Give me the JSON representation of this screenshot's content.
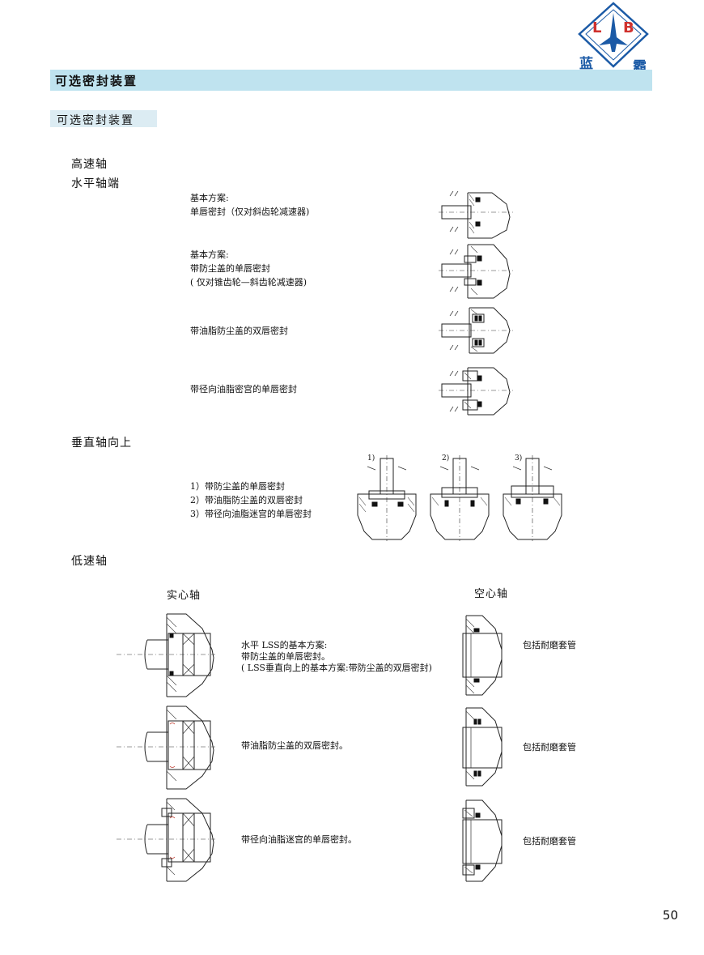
{
  "logo": {
    "letter_left": "L",
    "letter_right": "B",
    "cn_left": "蓝",
    "cn_right": "霸"
  },
  "header": {
    "title": "可选密封装置"
  },
  "section_title": "可选密封装置",
  "hss": {
    "heading": "高速轴",
    "sub_heading": "水平轴端",
    "items": [
      {
        "lines": [
          "基本方案:",
          "单唇密封（仅对斜齿轮减速器)"
        ]
      },
      {
        "lines": [
          "基本方案:",
          "带防尘盖的单唇密封",
          "( 仅对锥齿轮—斜齿轮减速器)"
        ]
      },
      {
        "lines": [
          "带油脂防尘盖的双唇密封"
        ]
      },
      {
        "lines": [
          "带径向油脂密宫的单唇密封"
        ]
      }
    ]
  },
  "vertical": {
    "heading": "垂直轴向上",
    "lines": [
      "1）带防尘盖的单唇密封",
      "2）带油脂防尘盖的双唇密封",
      "3）带径向油脂迷宫的单唇密封"
    ],
    "labels": [
      "1)",
      "2)",
      "3)"
    ]
  },
  "lss": {
    "heading": "低速轴",
    "solid_heading": "实心轴",
    "hollow_heading": "空心轴",
    "rows": [
      {
        "lines": [
          "水平 LSS的基本方案:",
          "带防尘盖的单唇密封。",
          "( LSS垂直向上的基本方案:带防尘盖的双唇密封)"
        ],
        "hollow_text": "包括耐磨套管"
      },
      {
        "lines": [
          "带油脂防尘盖的双唇密封。"
        ],
        "hollow_text": "包括耐磨套管"
      },
      {
        "lines": [
          "带径向油脂迷宫的单唇密封。"
        ],
        "hollow_text": "包括耐磨套管"
      }
    ]
  },
  "page_number": "50"
}
